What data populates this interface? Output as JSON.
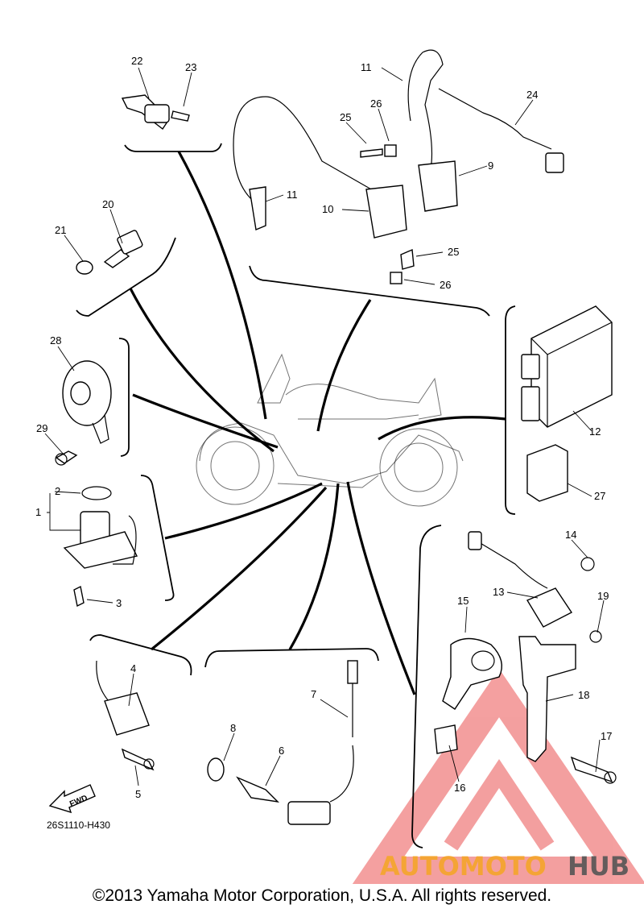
{
  "diagram_code": "26S1110-H430",
  "fwd_label": "FWD",
  "copyright": "©2013 Yamaha Motor Corporation, U.S.A. All rights reserved.",
  "watermark": {
    "part1": "AUTOMOTO",
    "part2": "HUB",
    "color1": "#f5a623",
    "color2": "#555555",
    "logo_color": "#f08080"
  },
  "callouts": {
    "c1": "1",
    "c2": "2",
    "c3": "3",
    "c4": "4",
    "c5": "5",
    "c6": "6",
    "c7": "7",
    "c8": "8",
    "c9": "9",
    "c10": "10",
    "c11a": "11",
    "c11b": "11",
    "c12": "12",
    "c13": "13",
    "c14": "14",
    "c15": "15",
    "c16": "16",
    "c17": "17",
    "c18": "18",
    "c19": "19",
    "c20": "20",
    "c21": "21",
    "c22": "22",
    "c23": "23",
    "c24": "24",
    "c25a": "25",
    "c25b": "25",
    "c26a": "26",
    "c26b": "26",
    "c27": "27",
    "c28": "28",
    "c29": "29"
  }
}
